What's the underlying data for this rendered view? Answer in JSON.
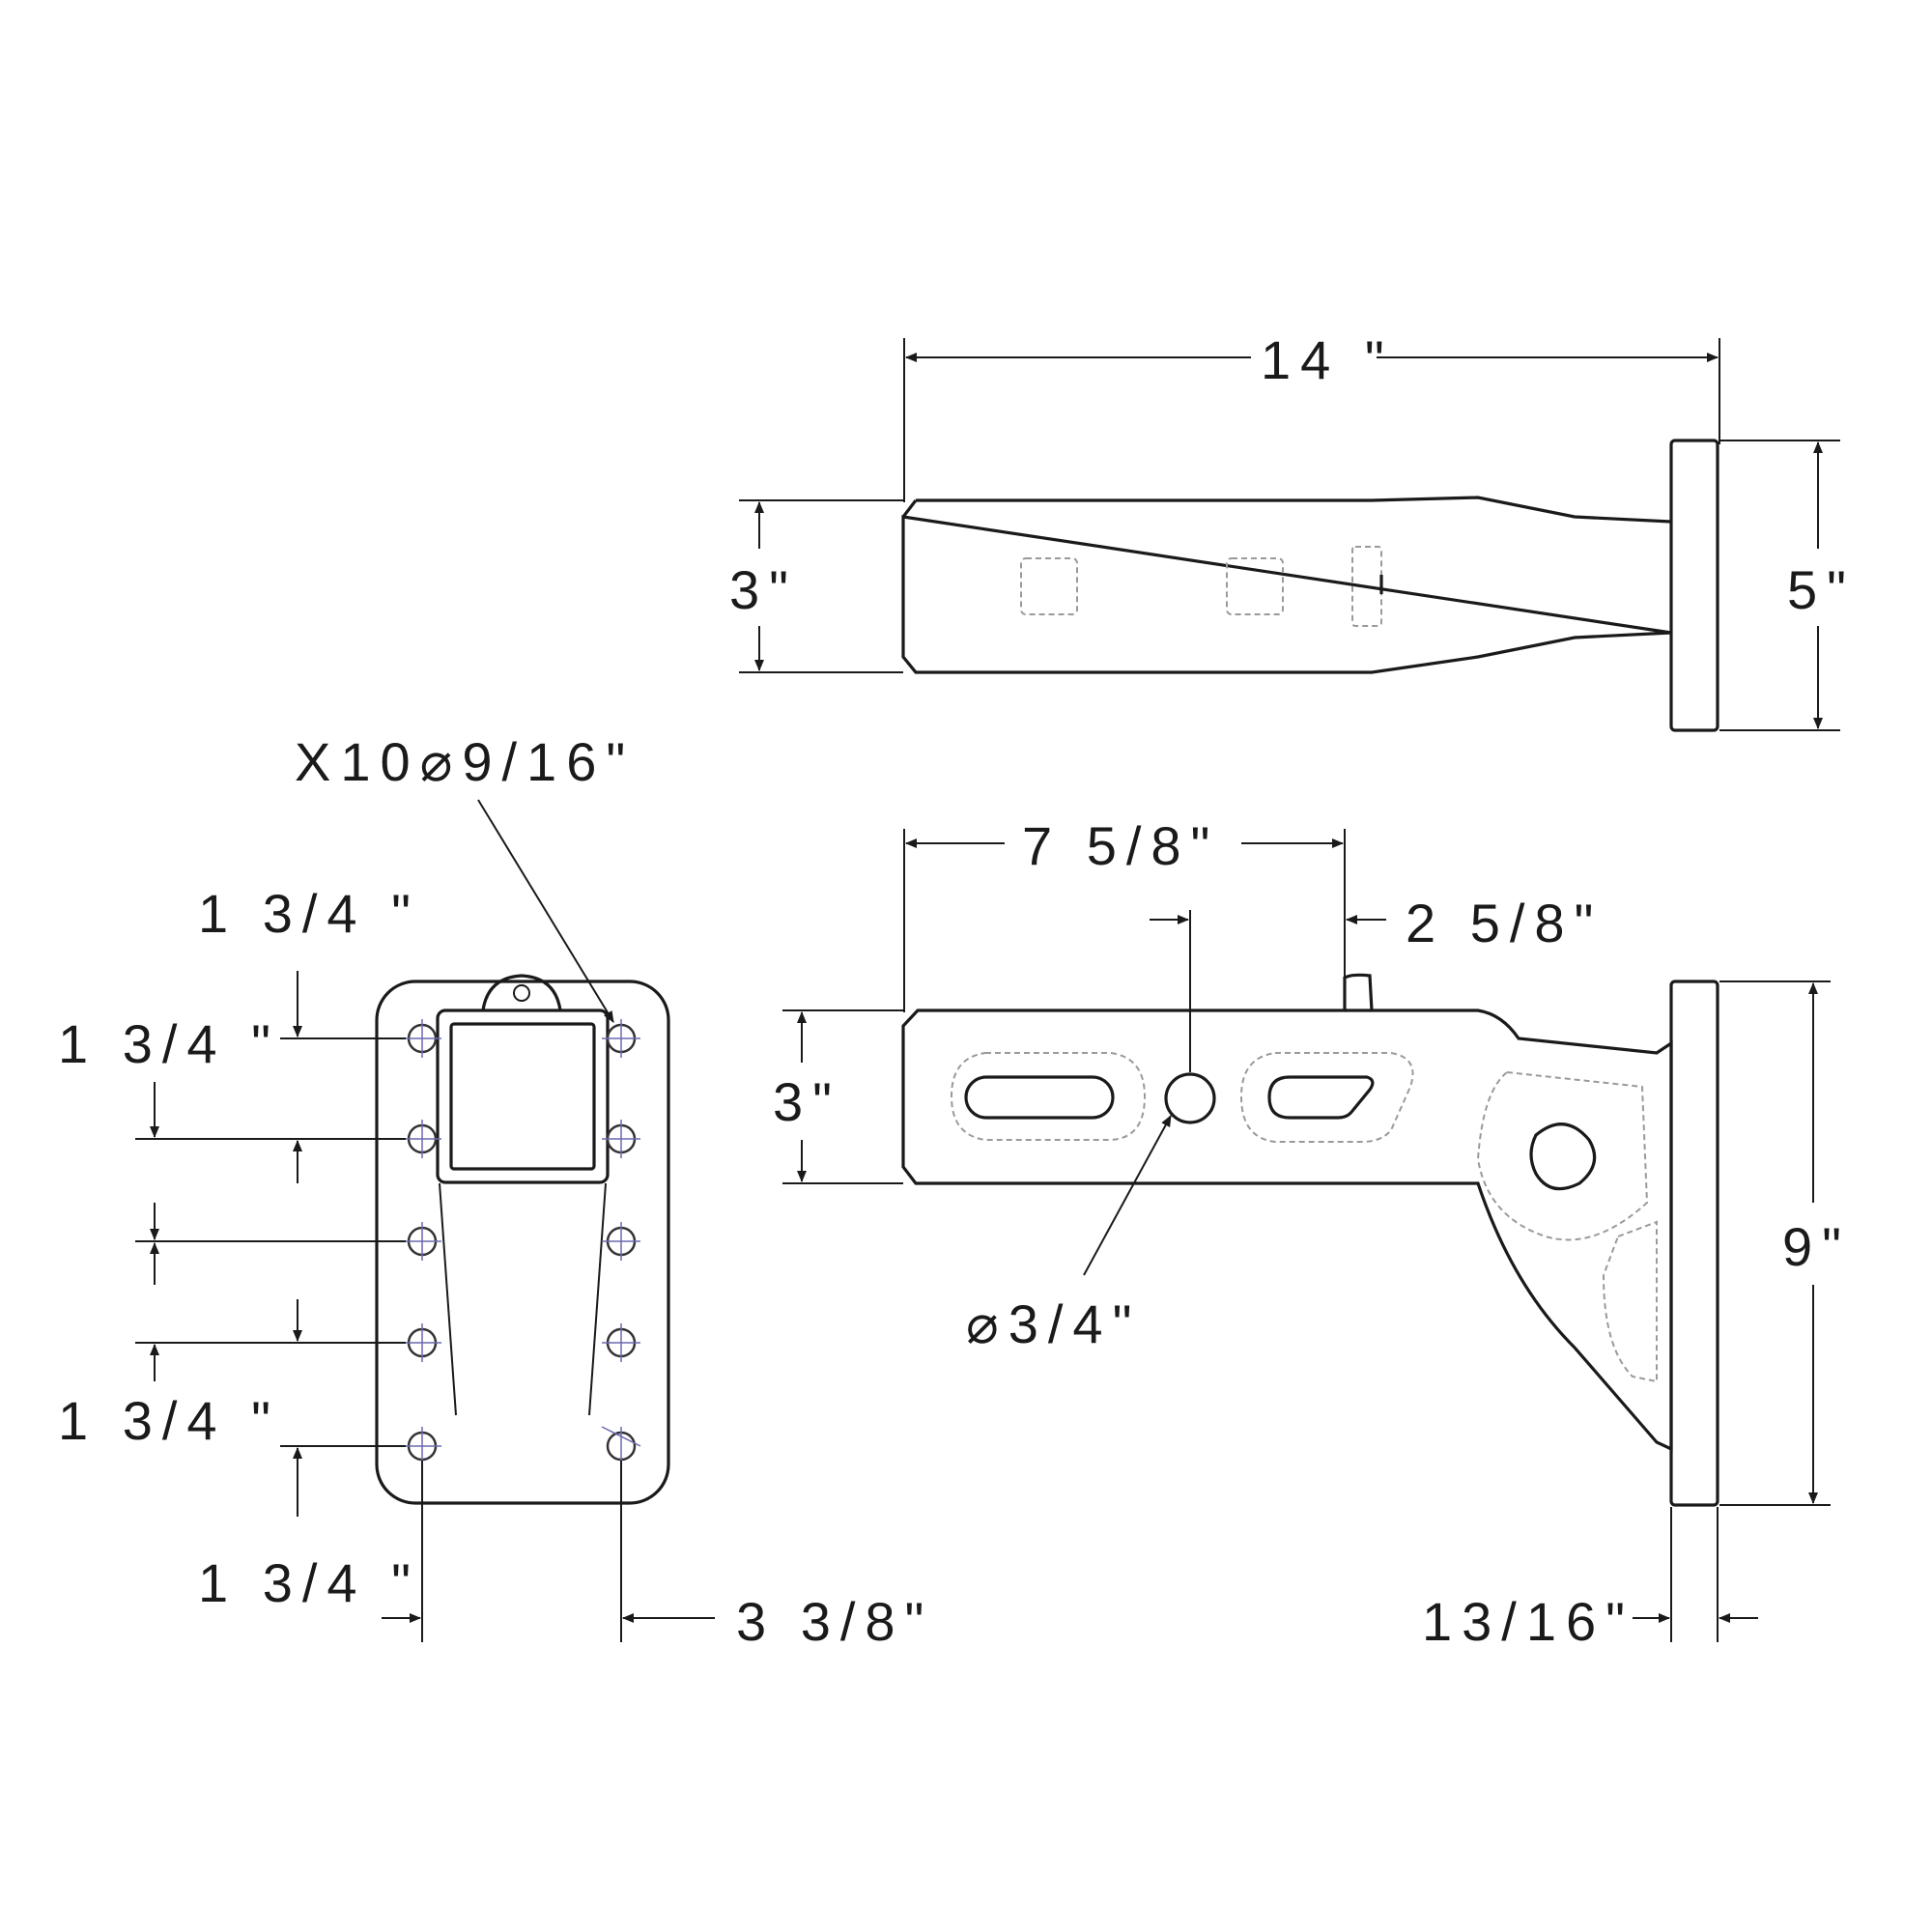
{
  "labels": {
    "top_length": "14 \"",
    "top_tube_height": "3\"",
    "top_plate_height": "5\"",
    "side_hole_offset": "7 5/8\"",
    "side_stop_offset": "2 5/8\"",
    "side_tube_height": "3\"",
    "side_plate_height": "9\"",
    "side_hole_diameter": "⌀3/4\"",
    "side_plate_thickness": "13/16\"",
    "end_hole_callout": "X10⌀9/16\"",
    "end_pitch_1": "1 3/4 \"",
    "end_pitch_2": "1 3/4 \"",
    "end_pitch_3": "1 3/4 \"",
    "end_pitch_4": "1 3/4 \"",
    "end_hole_spacing": "3 3/8\""
  },
  "colors": {
    "line": "#1a1a1a",
    "hidden_line": "#9a9a9a",
    "center_mark": "#6a6ab0"
  }
}
